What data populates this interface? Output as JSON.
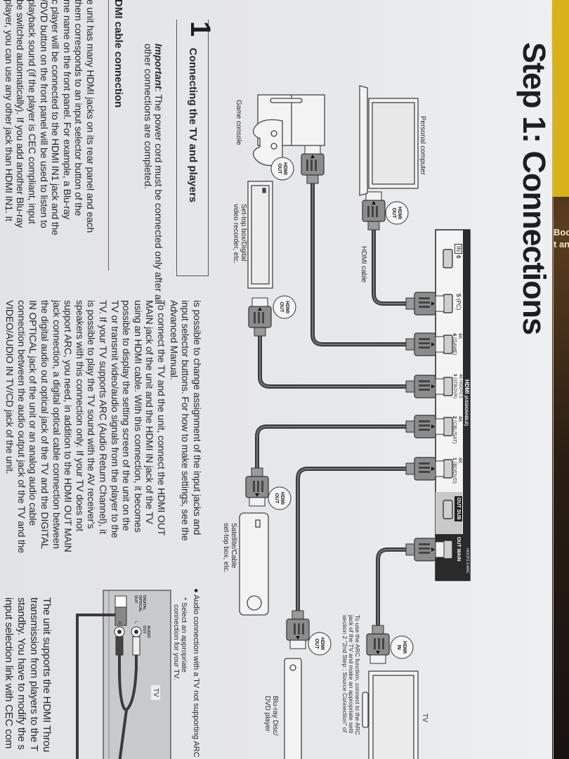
{
  "title": "Step 1: Connections",
  "section": {
    "number": "1",
    "heading": "Connecting the TV and players"
  },
  "important": {
    "label": "Important",
    "line1_rest": ": The power cord must be connected only after all",
    "line2": "other connections are completed."
  },
  "hdmi_section": {
    "heading": "DMI cable connection",
    "lines": [
      "e unit has many HDMI jacks on its rear panel and each",
      "them corresponds to an input selector button of the",
      "me name on the front panel. For example, a Blu-ray",
      "c player will be connected to the HDMI IN1 jack and the",
      "/DVD button on the front panel will be used to listen to",
      "playback sound (if the player is CEC compliant, input",
      "be switched automatically). If you add another Blu-ray",
      "player, you can use any other jack than HDMI IN1. It"
    ]
  },
  "column2": {
    "para1": [
      "is possible to change assignment of the input jacks and",
      "input selector buttons. For how to make settings, see the",
      "Advanced Manual."
    ],
    "para2": [
      "To connect the TV and the unit, connect the HDMI OUT",
      "MAIN jack of the unit and the HDMI IN jack of the TV",
      "using an HDMI cable. With this connection, it becomes",
      "possible to display the setting screen of the unit on the",
      "TV or transmit video/audio signals from the player to the",
      "TV. If your TV supports ARC (Audio Return Channel), it",
      "is possible to play the TV sound with the AV receiver's",
      "speakers with this connection only. If your TV does not",
      "support ARC, you need, in addition to the HDMI OUT MAIN",
      "jack connection, a digital optical cable connection between",
      "the digital audio out optical jack of the TV and the DIGITAL",
      "IN OPTICAL jack of the unit or an analog audio cable",
      "connection between the audio output jack of the TV and the",
      "VIDEO/AUDIO IN TV/CD jack of the unit."
    ]
  },
  "column3": {
    "audio_note": "Audio connection with a TV not supporting ARC",
    "select_note": [
      "* Select an appropriate",
      "connection for your TV."
    ],
    "lines": [
      "The unit supports the HDMI Throu",
      "transmission from players to the T",
      "standby. You have to modify the s",
      "input selection link with CEC com"
    ]
  },
  "diagram": {
    "panel": {
      "header": "HDMI",
      "header_sub": "(ASSIGNABLE)",
      "jacks": [
        {
          "num": "6",
          "tag": "IN",
          "name": ""
        },
        {
          "num": "5",
          "tag": "",
          "name": "(PC)"
        },
        {
          "num": "4",
          "tag": "4K",
          "name": "(GAME)"
        },
        {
          "num": "3",
          "tag": "4K HDCP2.3",
          "name": "(STB/DVR)"
        },
        {
          "num": "2",
          "tag": "4K",
          "name": "(CBL/SAT)"
        },
        {
          "num": "1",
          "tag": "4K",
          "name": "(BD/DVD)"
        }
      ],
      "out_sub": "OUT SUB",
      "out_main": "OUT MAIN",
      "out_main_tag": "HDCP2.3 ARC"
    },
    "devices": {
      "pc": "Personal computer",
      "game": "Game console",
      "stb": [
        "Set-top box/Digital",
        "video recorder, etc."
      ],
      "sat": [
        "Satellite/Cable",
        "set-top box, etc."
      ],
      "bd": [
        "Blu-ray Disc/",
        "DVD player"
      ],
      "tv": "TV"
    },
    "cable_label": "HDMI cable",
    "bubble_out": [
      "HDMI",
      "OUT"
    ],
    "bubble_in": [
      "HDMI",
      "IN"
    ],
    "arc_note": [
      "To use the ARC function, connect to the ARC",
      "jack of the TV and make an appropriate setti",
      "section 2 \"2nd Step : Source Connection\" of"
    ],
    "tv_audio": {
      "tv_label": "TV",
      "optical": [
        "DIGITAL",
        "OPTICAL",
        "OUT"
      ],
      "audio_out": [
        "AUDIO",
        "OUT"
      ],
      "l": "L",
      "r": "R"
    }
  },
  "book_edge": [
    "Boo",
    "t an"
  ],
  "colors": {
    "paper": "#e7e8ea",
    "ink": "#262626",
    "cable": "#3d3d3d",
    "plug": "#8a8a8a",
    "panel_dark": "#2a2a2a",
    "book_yellow": "#d9b21a"
  }
}
